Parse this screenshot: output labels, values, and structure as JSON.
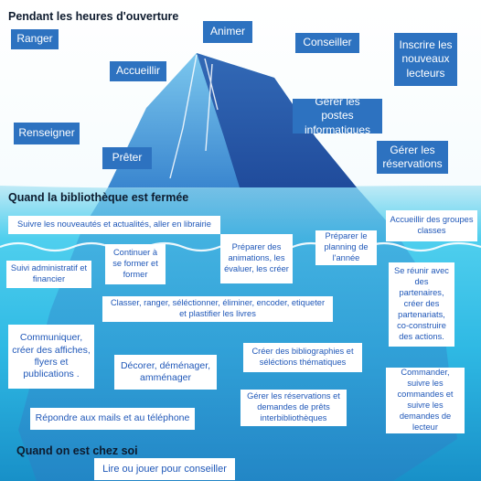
{
  "headings": {
    "top": "Pendant les heures d'ouverture",
    "middle": "Quand la bibliothèque est fermée",
    "bottom": "Quand on est chez soi"
  },
  "above_water": {
    "ranger": "Ranger",
    "animer": "Animer",
    "conseiller": "Conseiller",
    "inscrire": "Inscrire les nouveaux lecteurs",
    "accueillir": "Accueillir",
    "postes": "Gérer les postes informatiques",
    "renseigner": "Renseigner",
    "preter": "Prêter",
    "reservations": "Gérer les réservations"
  },
  "below_water": {
    "suivre_nouveautes": "Suivre les nouveautés et actualités, aller en librairie",
    "accueil_groupes": "Accueillir des groupes classes",
    "continuer_former": "Continuer à se former et former",
    "preparer_animations": "Préparer des animations, les évaluer, les créer",
    "planning": "Préparer le planning de l'année",
    "suivi_admin": "Suivi administratif et financier",
    "partenaires": "Se réunir avec des partenaires, créer des partenariats, co-construire des actions.",
    "classer": "Classer, ranger, séléctionner, éliminer, encoder, etiqueter et plastifier les livres",
    "communiquer": "Communiquer, créer des affiches, flyers et publications .",
    "decorer": "Décorer, déménager, amménager",
    "bibliographies": "Créer des bibliographies et séléctions thématiques",
    "commandes": "Commander, suivre les commandes et suivre les demandes de lecteur",
    "pret_inter": "Gérer les réservations et demandes de prêts interbibliothèques",
    "mails": "Répondre aux mails et au téléphone"
  },
  "home": {
    "lire": "Lire ou jouer pour conseiller"
  }
}
